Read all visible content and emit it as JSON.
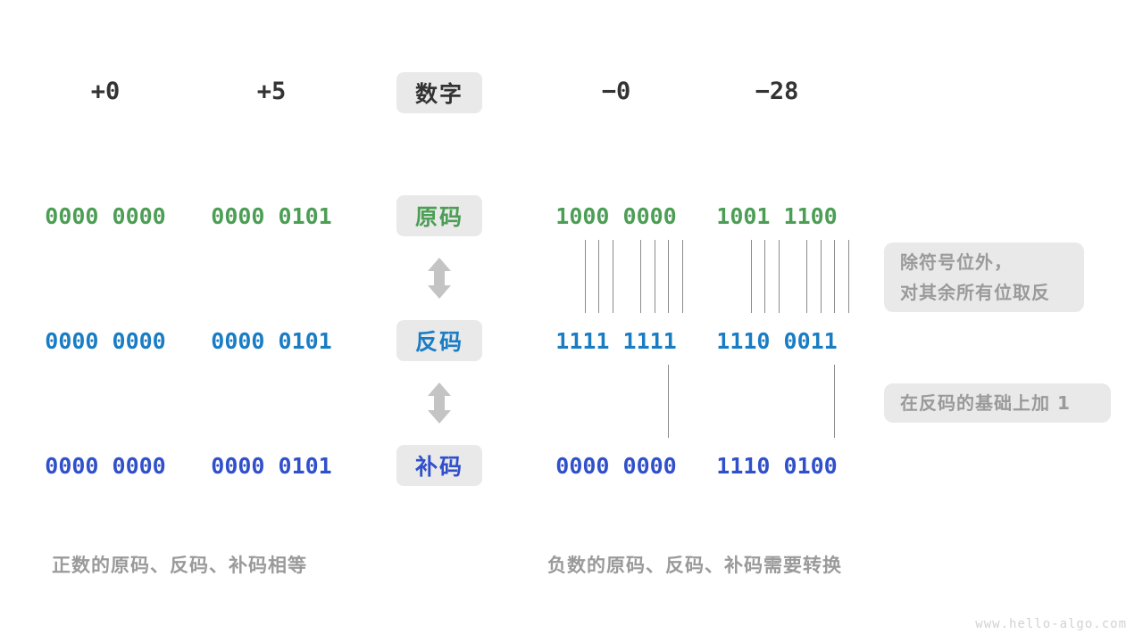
{
  "diagram": {
    "title_row": {
      "label": "数字",
      "values_left": [
        "+0",
        "+5"
      ],
      "values_right": [
        "−0",
        "−28"
      ]
    },
    "rows": [
      {
        "name": "original-code",
        "label": "原码",
        "color": "#4c9e55",
        "color_class": "c-green",
        "cells": [
          "0000 0000",
          "0000 0101",
          "1000 0000",
          "1001 1100"
        ]
      },
      {
        "name": "ones-complement",
        "label": "反码",
        "color": "#1a7dc4",
        "color_class": "c-blue",
        "cells": [
          "0000 0000",
          "0000 0101",
          "1111 1111",
          "1110 0011"
        ]
      },
      {
        "name": "twos-complement",
        "label": "补码",
        "color": "#3050cb",
        "color_class": "c-indigo",
        "cells": [
          "0000 0000",
          "0000 0101",
          "0000 0000",
          "1110 0100"
        ]
      }
    ],
    "annotations": [
      {
        "name": "invert-bits-note",
        "line1": "除符号位外，",
        "line2": "对其余所有位取反"
      },
      {
        "name": "add-one-note",
        "line1": "在反码的基础上加 1",
        "line2": ""
      }
    ],
    "captions": {
      "left": "正数的原码、反码、补码相等",
      "right": "负数的原码、反码、补码需要转换"
    },
    "watermark": "www.hello-algo.com",
    "colors": {
      "badge_bg": "#e9e9e9",
      "callout_bg": "#e9e9e9",
      "muted_text": "#9a9a9a",
      "line": "#8b8b8b",
      "arrow": "#c4c4c4",
      "background": "#ffffff"
    }
  }
}
